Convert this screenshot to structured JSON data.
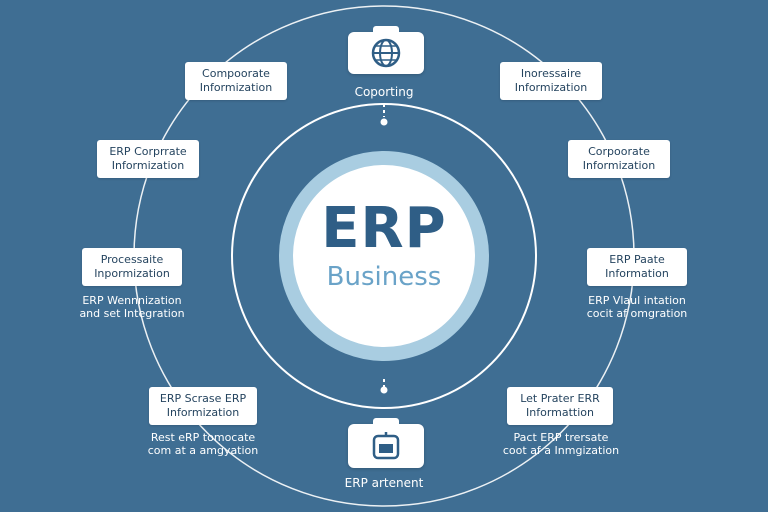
{
  "center": {
    "title": "ERP",
    "subtitle": "Business"
  },
  "top_node": {
    "label": "Coporting",
    "icon": "globe-icon"
  },
  "bottom_node": {
    "label": "ERP artenent",
    "icon": "briefcase-icon"
  },
  "boxes": {
    "top_left": [
      "Compoorate",
      "Informization"
    ],
    "top_right": [
      "Inoressaire",
      "Informization"
    ],
    "mid_left_upper": [
      "ERP Corprrate",
      "Informization"
    ],
    "mid_right_upper": [
      "Corpoorate",
      "Informization"
    ],
    "mid_left": [
      "Processaite",
      "Inpormization"
    ],
    "mid_right": [
      "ERP Paate",
      "Information"
    ],
    "bottom_left": [
      "ERP Scrase ERP",
      "Informization"
    ],
    "bottom_right": [
      "Let Prater ERR",
      "Informattion"
    ]
  },
  "captions": {
    "mid_left": [
      "ERP Wennnization",
      "and set Integration"
    ],
    "mid_right": [
      "ERP Vlaul intation",
      "cocit af omgration"
    ],
    "bottom_left": [
      "Rest eRP tomocate",
      "com at a amgyation"
    ],
    "bottom_right": [
      "Pact ERP trersate",
      "coot af a Inmgization"
    ]
  },
  "colors": {
    "background": "#3f6e93",
    "ring": "#ffffff",
    "center_circle": "#ffffff",
    "center_border": "#a9cde1",
    "title": "#2f5e86",
    "subtitle": "#6aa3c8"
  }
}
